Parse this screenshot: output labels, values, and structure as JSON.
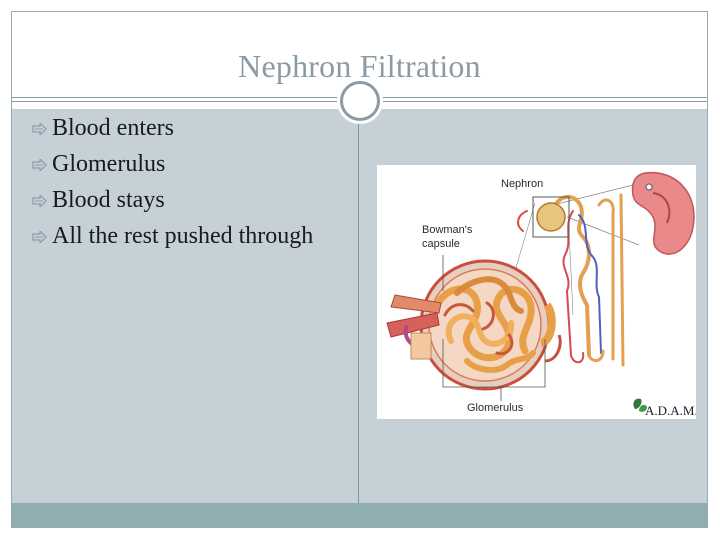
{
  "slide": {
    "title": "Nephron Filtration",
    "bullets": [
      "Blood enters",
      "Glomerulus",
      "Blood stays",
      "All the rest pushed through"
    ]
  },
  "figure": {
    "labels": {
      "nephron": "Nephron",
      "bowmans_line1": "Bowman's",
      "bowmans_line2": "capsule",
      "glomerulus": "Glomerulus",
      "brand": "A.D.A.M."
    }
  },
  "colors": {
    "title": "#8b9ba5",
    "content_bg": "#c5d1d7",
    "footer_bar": "#8eaeb0",
    "bullet_icon": "#8b9ba5"
  }
}
